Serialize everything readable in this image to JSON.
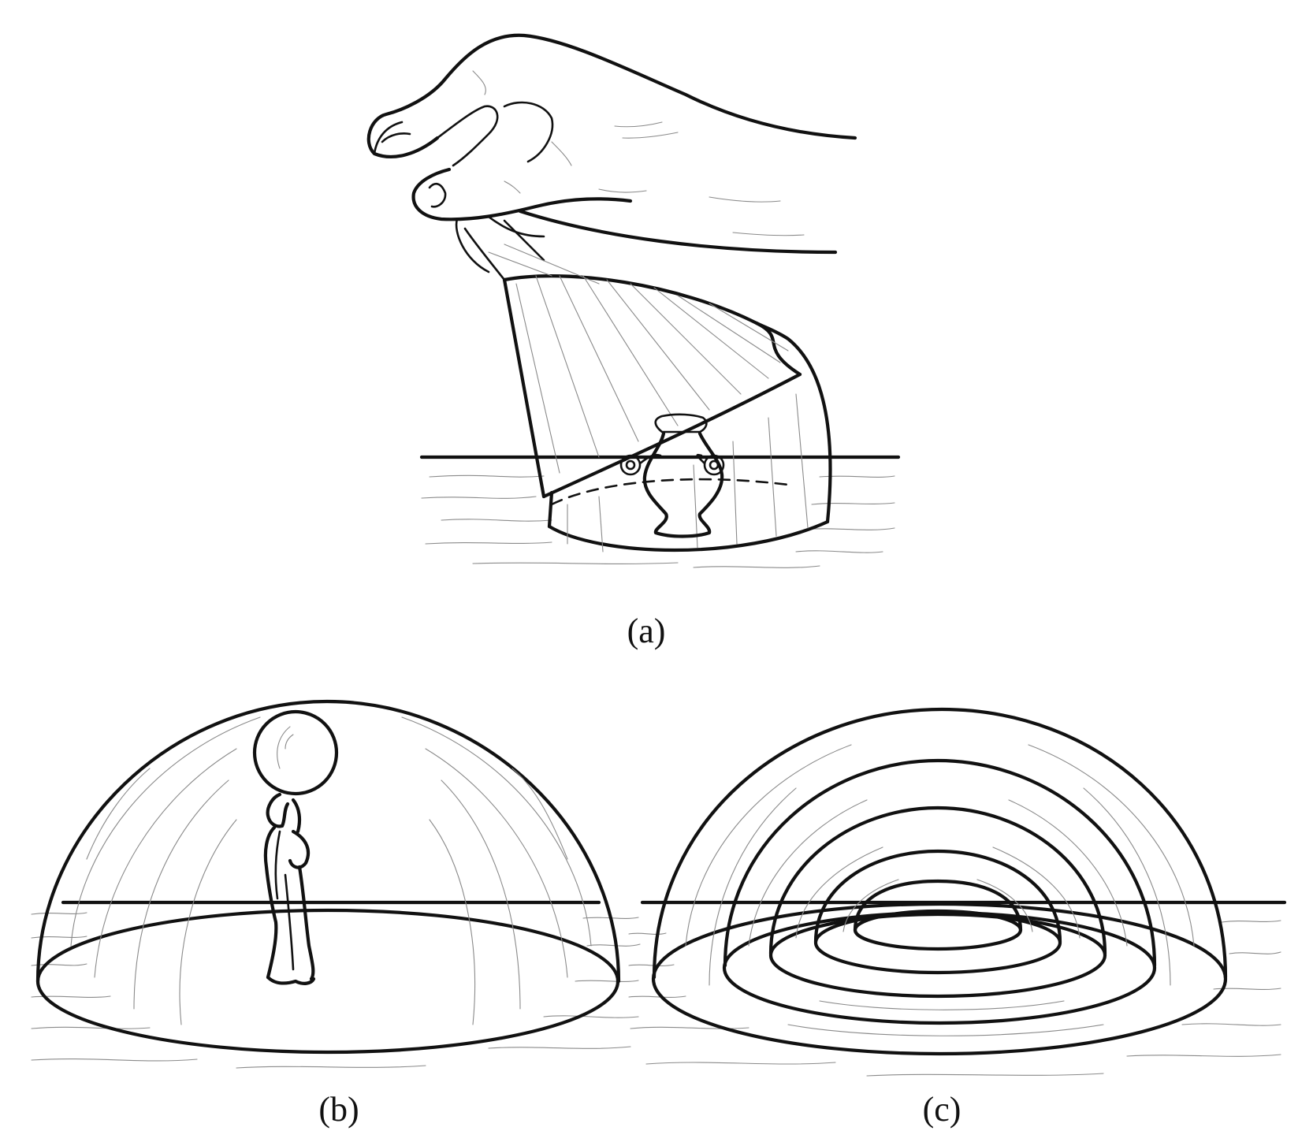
{
  "panels": [
    {
      "id": "a",
      "caption": "(a)"
    },
    {
      "id": "b",
      "caption": "(b)"
    },
    {
      "id": "c",
      "caption": "(c)"
    }
  ],
  "colors": {
    "ink": "#111111",
    "paper": "#ffffff",
    "sketch": "#8a8a8a"
  },
  "icons": {
    "panel_a": [
      "hand-icon",
      "glass-dome-lifted-icon",
      "vase-icon"
    ],
    "panel_b": [
      "glass-dome-icon",
      "woman-figure-icon",
      "sphere-icon"
    ],
    "panel_c": [
      "nested-domes-icon"
    ]
  }
}
